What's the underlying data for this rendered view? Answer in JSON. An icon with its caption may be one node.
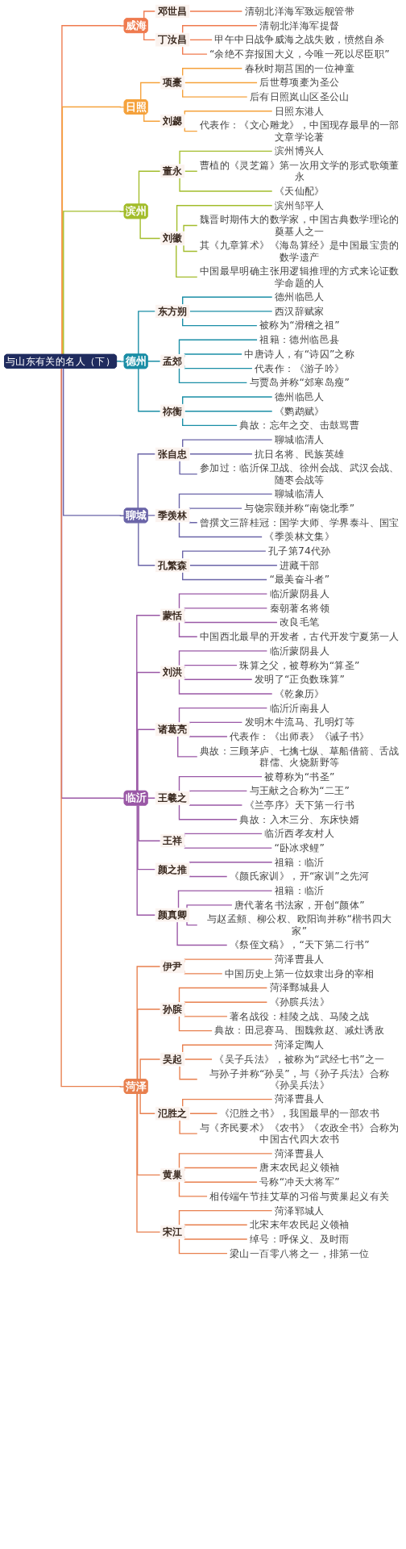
{
  "diagram": {
    "nodes": [
      {
        "text": [
          "与山东有关的名人（下）"
        ]
      },
      {
        "text": [
          "威海"
        ]
      },
      {
        "text": [
          "邓世昌"
        ]
      },
      {
        "text": [
          "清朝北洋海军致远舰管带"
        ]
      },
      {
        "text": [
          "丁汝昌"
        ]
      },
      {
        "text": [
          "清朝北洋海军提督"
        ]
      },
      {
        "text": [
          "甲午中日战争威海之战失败，愤然自杀"
        ]
      },
      {
        "text": [
          "“余绝不弃报国大义，今唯一死以尽臣职”"
        ]
      },
      {
        "text": [
          "日照"
        ]
      },
      {
        "text": [
          "项橐"
        ]
      },
      {
        "text": [
          "春秋时期莒国的一位神童"
        ]
      },
      {
        "text": [
          "后世尊项橐为圣公"
        ]
      },
      {
        "text": [
          "后有日照岚山区圣公山"
        ]
      },
      {
        "text": [
          "刘勰"
        ]
      },
      {
        "text": [
          "日照东港人"
        ]
      },
      {
        "text": [
          "代表作：《文心雕龙》，中国现存最早的一部文章学论著"
        ]
      },
      {
        "text": [
          "滨州"
        ]
      },
      {
        "text": [
          "董永"
        ]
      },
      {
        "text": [
          "滨州博兴人"
        ]
      },
      {
        "text": [
          "曹植的《灵芝篇》第一次用文学的形式歌颂董永"
        ]
      },
      {
        "text": [
          "《天仙配》"
        ]
      },
      {
        "text": [
          "刘徽"
        ]
      },
      {
        "text": [
          "滨州邹平人"
        ]
      },
      {
        "text": [
          "魏晋时期伟大的数学家，中国古典数学理论的奠基人之一"
        ]
      },
      {
        "text": [
          "其《九章算术》《海岛算经》是中国最宝贵的数学遗产"
        ]
      },
      {
        "text": [
          "中国最早明确主张用逻辑推理的方式来论证数学命题的人"
        ]
      },
      {
        "text": [
          "德州"
        ]
      },
      {
        "text": [
          "东方朔"
        ]
      },
      {
        "text": [
          "德州临邑人"
        ]
      },
      {
        "text": [
          "西汉辞赋家"
        ]
      },
      {
        "text": [
          "被称为“滑稽之祖”"
        ]
      },
      {
        "text": [
          "孟郊"
        ]
      },
      {
        "text": [
          "祖籍：德州临邑县"
        ]
      },
      {
        "text": [
          "中唐诗人，有“诗囚”之称"
        ]
      },
      {
        "text": [
          "代表作：《游子吟》"
        ]
      },
      {
        "text": [
          "与贾岛并称“郊寒岛瘦”"
        ]
      },
      {
        "text": [
          "祢衡"
        ]
      },
      {
        "text": [
          "德州临邑人"
        ]
      },
      {
        "text": [
          "《鹦鹉赋》"
        ]
      },
      {
        "text": [
          "典故：忘年之交、击鼓骂曹"
        ]
      },
      {
        "text": [
          "聊城"
        ]
      },
      {
        "text": [
          "张自忠"
        ]
      },
      {
        "text": [
          "聊城临清人"
        ]
      },
      {
        "text": [
          "抗日名将、民族英雄"
        ]
      },
      {
        "text": [
          "参加过：临沂保卫战、徐州会战、武汉会战、随枣会战等"
        ]
      },
      {
        "text": [
          "季羡林"
        ]
      },
      {
        "text": [
          "聊城临清人"
        ]
      },
      {
        "text": [
          "与饶宗颐并称“南饶北季”"
        ]
      },
      {
        "text": [
          "曾撰文三辞桂冠：国学大师、学界泰斗、国宝"
        ]
      },
      {
        "text": [
          "《季羡林文集》"
        ]
      },
      {
        "text": [
          "孔繁森"
        ]
      },
      {
        "text": [
          "孔子第74代孙"
        ]
      },
      {
        "text": [
          "进藏干部"
        ]
      },
      {
        "text": [
          "“最美奋斗者”"
        ]
      },
      {
        "text": [
          "临沂"
        ]
      },
      {
        "text": [
          "蒙恬"
        ]
      },
      {
        "text": [
          "临沂蒙阴县人"
        ]
      },
      {
        "text": [
          "秦朝著名将领"
        ]
      },
      {
        "text": [
          "改良毛笔"
        ]
      },
      {
        "text": [
          "中国西北最早的开发者，古代开发宁夏第一人"
        ]
      },
      {
        "text": [
          "刘洪"
        ]
      },
      {
        "text": [
          "临沂蒙阴县人"
        ]
      },
      {
        "text": [
          "珠算之父，被尊称为“算圣”"
        ]
      },
      {
        "text": [
          "发明了“正负数珠算”"
        ]
      },
      {
        "text": [
          "《乾象历》"
        ]
      },
      {
        "text": [
          "诸葛亮"
        ]
      },
      {
        "text": [
          "临沂沂南县人"
        ]
      },
      {
        "text": [
          "发明木牛流马、孔明灯等"
        ]
      },
      {
        "text": [
          "代表作：《出师表》《诫子书》"
        ]
      },
      {
        "text": [
          "典故：三顾茅庐、七擒七纵、草船借箭、舌战群儒、火烧新野等"
        ]
      },
      {
        "text": [
          "王羲之"
        ]
      },
      {
        "text": [
          "被尊称为“书圣”"
        ]
      },
      {
        "text": [
          "与王献之合称为“二王”"
        ]
      },
      {
        "text": [
          "《兰亭序》天下第一行书"
        ]
      },
      {
        "text": [
          "典故：入木三分、东床快婿"
        ]
      },
      {
        "text": [
          "王祥"
        ]
      },
      {
        "text": [
          "临沂西孝友村人"
        ]
      },
      {
        "text": [
          "“卧冰求鲤”"
        ]
      },
      {
        "text": [
          "颜之推"
        ]
      },
      {
        "text": [
          "祖籍：临沂"
        ]
      },
      {
        "text": [
          "《颜氏家训》，开“家训”之先河"
        ]
      },
      {
        "text": [
          "颜真卿"
        ]
      },
      {
        "text": [
          "祖籍：临沂"
        ]
      },
      {
        "text": [
          "唐代著名书法家，开创“颜体”"
        ]
      },
      {
        "text": [
          "与赵孟頫、柳公权、欧阳询并称“楷书四大家”"
        ]
      },
      {
        "text": [
          "《祭侄文稿》，“天下第二行书”"
        ]
      },
      {
        "text": [
          "菏泽"
        ]
      },
      {
        "text": [
          "伊尹"
        ]
      },
      {
        "text": [
          "菏泽曹县人"
        ]
      },
      {
        "text": [
          "中国历史上第一位奴隶出身的宰相"
        ]
      },
      {
        "text": [
          "孙膑"
        ]
      },
      {
        "text": [
          "菏泽鄄城县人"
        ]
      },
      {
        "text": [
          "《孙膑兵法》"
        ]
      },
      {
        "text": [
          "著名战役：桂陵之战、马陵之战"
        ]
      },
      {
        "text": [
          "典故：田忌赛马、围魏救赵、减灶诱敌"
        ]
      },
      {
        "text": [
          "吴起"
        ]
      },
      {
        "text": [
          "菏泽定陶人"
        ]
      },
      {
        "text": [
          "《吴子兵法》，被称为“武经七书”之一"
        ]
      },
      {
        "text": [
          "与孙子并称“孙吴”，与《孙子兵法》合称《孙吴兵法》"
        ]
      },
      {
        "text": [
          "氾胜之"
        ]
      },
      {
        "text": [
          "菏泽曹县人"
        ]
      },
      {
        "text": [
          "《氾胜之书》，我国最早的一部农书"
        ]
      },
      {
        "text": [
          "与《齐民要术》《农书》《农政全书》合称为中国古代四大农书"
        ]
      },
      {
        "text": [
          "黄巢"
        ]
      },
      {
        "text": [
          "菏泽曹县人"
        ]
      },
      {
        "text": [
          "唐末农民起义领袖"
        ]
      },
      {
        "text": [
          "号称“冲天大将军”"
        ]
      },
      {
        "text": [
          "相传端午节挂艾草的习俗与黄巢起义有关"
        ]
      },
      {
        "text": [
          "宋江"
        ]
      },
      {
        "text": [
          "菏泽郓城人"
        ]
      },
      {
        "text": [
          "北宋末年农民起义领袖"
        ]
      },
      {
        "text": [
          "绰号：呼保义、及时雨"
        ]
      },
      {
        "text": [
          "梁山一百零八将之一，排第一位"
        ]
      }
    ],
    "edges": [
      {
        "from": 0,
        "to": 1,
        "arrow": "none",
        "color": "#ef7b4f"
      },
      {
        "from": 1,
        "to": 2,
        "arrow": "none",
        "color": "#ef7b4f"
      },
      {
        "from": 2,
        "to": 3,
        "arrow": "none",
        "color": "#ef7b4f"
      },
      {
        "from": 1,
        "to": 4,
        "arrow": "none",
        "color": "#ef7b4f"
      },
      {
        "from": 4,
        "to": 5,
        "arrow": "none",
        "color": "#ef7b4f"
      },
      {
        "from": 4,
        "to": 6,
        "arrow": "none",
        "color": "#ef7b4f"
      },
      {
        "from": 4,
        "to": 7,
        "arrow": "none",
        "color": "#ef7b4f"
      },
      {
        "from": 0,
        "to": 8,
        "arrow": "none",
        "color": "#f5a23c"
      },
      {
        "from": 8,
        "to": 9,
        "arrow": "none",
        "color": "#f5a23c"
      },
      {
        "from": 9,
        "to": 10,
        "arrow": "none",
        "color": "#f5a23c"
      },
      {
        "from": 9,
        "to": 11,
        "arrow": "none",
        "color": "#f5a23c"
      },
      {
        "from": 9,
        "to": 12,
        "arrow": "none",
        "color": "#f5a23c"
      },
      {
        "from": 8,
        "to": 13,
        "arrow": "none",
        "color": "#f5a23c"
      },
      {
        "from": 13,
        "to": 14,
        "arrow": "none",
        "color": "#f5a23c"
      },
      {
        "from": 13,
        "to": 15,
        "arrow": "none",
        "color": "#f5a23c"
      },
      {
        "from": 0,
        "to": 16,
        "arrow": "none",
        "color": "#a3bd2c"
      },
      {
        "from": 16,
        "to": 17,
        "arrow": "none",
        "color": "#a3bd2c"
      },
      {
        "from": 17,
        "to": 18,
        "arrow": "none",
        "color": "#a3bd2c"
      },
      {
        "from": 17,
        "to": 19,
        "arrow": "none",
        "color": "#a3bd2c"
      },
      {
        "from": 17,
        "to": 20,
        "arrow": "none",
        "color": "#a3bd2c"
      },
      {
        "from": 16,
        "to": 21,
        "arrow": "none",
        "color": "#a3bd2c"
      },
      {
        "from": 21,
        "to": 22,
        "arrow": "none",
        "color": "#a3bd2c"
      },
      {
        "from": 21,
        "to": 23,
        "arrow": "none",
        "color": "#a3bd2c"
      },
      {
        "from": 21,
        "to": 24,
        "arrow": "none",
        "color": "#a3bd2c"
      },
      {
        "from": 21,
        "to": 25,
        "arrow": "none",
        "color": "#a3bd2c"
      },
      {
        "from": 0,
        "to": 26,
        "arrow": "none",
        "color": "#1a8ea6"
      },
      {
        "from": 26,
        "to": 27,
        "arrow": "none",
        "color": "#1a8ea6"
      },
      {
        "from": 27,
        "to": 28,
        "arrow": "none",
        "color": "#1a8ea6"
      },
      {
        "from": 27,
        "to": 29,
        "arrow": "none",
        "color": "#1a8ea6"
      },
      {
        "from": 27,
        "to": 30,
        "arrow": "none",
        "color": "#1a8ea6"
      },
      {
        "from": 26,
        "to": 31,
        "arrow": "none",
        "color": "#1a8ea6"
      },
      {
        "from": 31,
        "to": 32,
        "arrow": "none",
        "color": "#1a8ea6"
      },
      {
        "from": 31,
        "to": 33,
        "arrow": "none",
        "color": "#1a8ea6"
      },
      {
        "from": 31,
        "to": 34,
        "arrow": "none",
        "color": "#1a8ea6"
      },
      {
        "from": 31,
        "to": 35,
        "arrow": "none",
        "color": "#1a8ea6"
      },
      {
        "from": 26,
        "to": 36,
        "arrow": "none",
        "color": "#1a8ea6"
      },
      {
        "from": 36,
        "to": 37,
        "arrow": "none",
        "color": "#1a8ea6"
      },
      {
        "from": 36,
        "to": 38,
        "arrow": "none",
        "color": "#1a8ea6"
      },
      {
        "from": 36,
        "to": 39,
        "arrow": "none",
        "color": "#1a8ea6"
      },
      {
        "from": 0,
        "to": 40,
        "arrow": "none",
        "color": "#6a64a8"
      },
      {
        "from": 40,
        "to": 41,
        "arrow": "none",
        "color": "#6a64a8"
      },
      {
        "from": 41,
        "to": 42,
        "arrow": "none",
        "color": "#6a64a8"
      },
      {
        "from": 41,
        "to": 43,
        "arrow": "none",
        "color": "#6a64a8"
      },
      {
        "from": 41,
        "to": 44,
        "arrow": "none",
        "color": "#6a64a8"
      },
      {
        "from": 40,
        "to": 45,
        "arrow": "none",
        "color": "#6a64a8"
      },
      {
        "from": 45,
        "to": 46,
        "arrow": "none",
        "color": "#6a64a8"
      },
      {
        "from": 45,
        "to": 47,
        "arrow": "none",
        "color": "#6a64a8"
      },
      {
        "from": 45,
        "to": 48,
        "arrow": "none",
        "color": "#6a64a8"
      },
      {
        "from": 45,
        "to": 49,
        "arrow": "none",
        "color": "#6a64a8"
      },
      {
        "from": 40,
        "to": 50,
        "arrow": "none",
        "color": "#6a64a8"
      },
      {
        "from": 50,
        "to": 51,
        "arrow": "none",
        "color": "#6a64a8"
      },
      {
        "from": 50,
        "to": 52,
        "arrow": "none",
        "color": "#6a64a8"
      },
      {
        "from": 50,
        "to": 53,
        "arrow": "none",
        "color": "#6a64a8"
      },
      {
        "from": 0,
        "to": 54,
        "arrow": "none",
        "color": "#9a58a6"
      },
      {
        "from": 54,
        "to": 55,
        "arrow": "none",
        "color": "#9a58a6"
      },
      {
        "from": 55,
        "to": 56,
        "arrow": "none",
        "color": "#9a58a6"
      },
      {
        "from": 55,
        "to": 57,
        "arrow": "none",
        "color": "#9a58a6"
      },
      {
        "from": 55,
        "to": 58,
        "arrow": "none",
        "color": "#9a58a6"
      },
      {
        "from": 55,
        "to": 59,
        "arrow": "none",
        "color": "#9a58a6"
      },
      {
        "from": 54,
        "to": 60,
        "arrow": "none",
        "color": "#9a58a6"
      },
      {
        "from": 60,
        "to": 61,
        "arrow": "none",
        "color": "#9a58a6"
      },
      {
        "from": 60,
        "to": 62,
        "arrow": "none",
        "color": "#9a58a6"
      },
      {
        "from": 60,
        "to": 63,
        "arrow": "none",
        "color": "#9a58a6"
      },
      {
        "from": 60,
        "to": 64,
        "arrow": "none",
        "color": "#9a58a6"
      },
      {
        "from": 54,
        "to": 65,
        "arrow": "none",
        "color": "#9a58a6"
      },
      {
        "from": 65,
        "to": 66,
        "arrow": "none",
        "color": "#9a58a6"
      },
      {
        "from": 65,
        "to": 67,
        "arrow": "none",
        "color": "#9a58a6"
      },
      {
        "from": 65,
        "to": 68,
        "arrow": "none",
        "color": "#9a58a6"
      },
      {
        "from": 65,
        "to": 69,
        "arrow": "none",
        "color": "#9a58a6"
      },
      {
        "from": 54,
        "to": 70,
        "arrow": "none",
        "color": "#9a58a6"
      },
      {
        "from": 70,
        "to": 71,
        "arrow": "none",
        "color": "#9a58a6"
      },
      {
        "from": 70,
        "to": 72,
        "arrow": "none",
        "color": "#9a58a6"
      },
      {
        "from": 70,
        "to": 73,
        "arrow": "none",
        "color": "#9a58a6"
      },
      {
        "from": 70,
        "to": 74,
        "arrow": "none",
        "color": "#9a58a6"
      },
      {
        "from": 54,
        "to": 75,
        "arrow": "none",
        "color": "#9a58a6"
      },
      {
        "from": 75,
        "to": 76,
        "arrow": "none",
        "color": "#9a58a6"
      },
      {
        "from": 75,
        "to": 77,
        "arrow": "none",
        "color": "#9a58a6"
      },
      {
        "from": 54,
        "to": 78,
        "arrow": "none",
        "color": "#9a58a6"
      },
      {
        "from": 78,
        "to": 79,
        "arrow": "none",
        "color": "#9a58a6"
      },
      {
        "from": 78,
        "to": 80,
        "arrow": "none",
        "color": "#9a58a6"
      },
      {
        "from": 54,
        "to": 81,
        "arrow": "none",
        "color": "#9a58a6"
      },
      {
        "from": 81,
        "to": 82,
        "arrow": "none",
        "color": "#9a58a6"
      },
      {
        "from": 81,
        "to": 83,
        "arrow": "none",
        "color": "#9a58a6"
      },
      {
        "from": 81,
        "to": 84,
        "arrow": "none",
        "color": "#9a58a6"
      },
      {
        "from": 81,
        "to": 85,
        "arrow": "none",
        "color": "#9a58a6"
      },
      {
        "from": 0,
        "to": 86,
        "arrow": "none",
        "color": "#e8804f"
      },
      {
        "from": 86,
        "to": 87,
        "arrow": "none",
        "color": "#e8804f"
      },
      {
        "from": 87,
        "to": 88,
        "arrow": "none",
        "color": "#e8804f"
      },
      {
        "from": 87,
        "to": 89,
        "arrow": "none",
        "color": "#e8804f"
      },
      {
        "from": 86,
        "to": 90,
        "arrow": "none",
        "color": "#e8804f"
      },
      {
        "from": 90,
        "to": 91,
        "arrow": "none",
        "color": "#e8804f"
      },
      {
        "from": 90,
        "to": 92,
        "arrow": "none",
        "color": "#e8804f"
      },
      {
        "from": 90,
        "to": 93,
        "arrow": "none",
        "color": "#e8804f"
      },
      {
        "from": 90,
        "to": 94,
        "arrow": "none",
        "color": "#e8804f"
      },
      {
        "from": 86,
        "to": 95,
        "arrow": "none",
        "color": "#e8804f"
      },
      {
        "from": 95,
        "to": 96,
        "arrow": "none",
        "color": "#e8804f"
      },
      {
        "from": 95,
        "to": 97,
        "arrow": "none",
        "color": "#e8804f"
      },
      {
        "from": 95,
        "to": 98,
        "arrow": "none",
        "color": "#e8804f"
      },
      {
        "from": 86,
        "to": 99,
        "arrow": "none",
        "color": "#e8804f"
      },
      {
        "from": 99,
        "to": 100,
        "arrow": "none",
        "color": "#e8804f"
      },
      {
        "from": 99,
        "to": 101,
        "arrow": "none",
        "color": "#e8804f"
      },
      {
        "from": 99,
        "to": 102,
        "arrow": "none",
        "color": "#e8804f"
      },
      {
        "from": 86,
        "to": 103,
        "arrow": "none",
        "color": "#e8804f"
      },
      {
        "from": 103,
        "to": 104,
        "arrow": "none",
        "color": "#e8804f"
      },
      {
        "from": 103,
        "to": 105,
        "arrow": "none",
        "color": "#e8804f"
      },
      {
        "from": 103,
        "to": 106,
        "arrow": "none",
        "color": "#e8804f"
      },
      {
        "from": 103,
        "to": 107,
        "arrow": "none",
        "color": "#e8804f"
      },
      {
        "from": 86,
        "to": 108,
        "arrow": "none",
        "color": "#e8804f"
      },
      {
        "from": 108,
        "to": 109,
        "arrow": "none",
        "color": "#e8804f"
      },
      {
        "from": 108,
        "to": 110,
        "arrow": "none",
        "color": "#e8804f"
      },
      {
        "from": 108,
        "to": 111,
        "arrow": "none",
        "color": "#e8804f"
      },
      {
        "from": 108,
        "to": 112,
        "arrow": "none",
        "color": "#e8804f"
      }
    ]
  }
}
